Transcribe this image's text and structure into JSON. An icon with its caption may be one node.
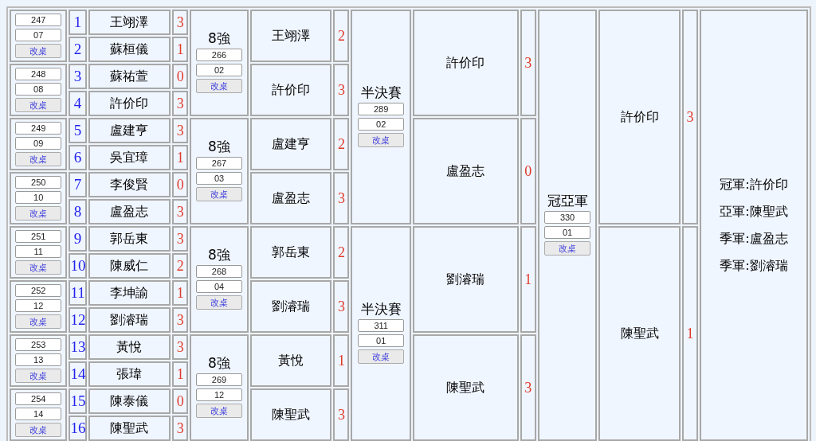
{
  "diagram": {
    "labels": [
      "247",
      "07",
      "改桌",
      "1",
      "王翊澤",
      "3",
      "8強",
      "266",
      "02",
      "改桌",
      "王翊澤",
      "2",
      "半決賽",
      "289",
      "02",
      "改桌",
      "許价印",
      "3",
      "冠亞軍",
      "330",
      "01",
      "改桌",
      "許价印",
      "3",
      "冠軍:許价印",
      "亞軍:陳聖武",
      "季軍:盧盈志",
      "季軍:劉濬瑞",
      "2",
      "蘇桓儀",
      "1",
      "248",
      "08",
      "改桌",
      "3",
      "蘇祐萱",
      "0",
      "許价印",
      "3",
      "4",
      "許价印",
      "3",
      "249",
      "09",
      "改桌",
      "5",
      "盧建亨",
      "3",
      "8強",
      "267",
      "03",
      "改桌",
      "盧建亨",
      "2",
      "盧盈志",
      "0",
      "6",
      "吳宜璋",
      "1",
      "250",
      "10",
      "改桌",
      "7",
      "李俊賢",
      "0",
      "盧盈志",
      "3",
      "8",
      "盧盈志",
      "3",
      "251",
      "11",
      "改桌",
      "9",
      "郭岳東",
      "3",
      "8強",
      "268",
      "04",
      "改桌",
      "郭岳東",
      "2",
      "半決賽",
      "311",
      "01",
      "改桌",
      "劉濬瑞",
      "1",
      "陳聖武",
      "1",
      "10",
      "陳威仁",
      "2",
      "252",
      "12",
      "改桌",
      "11",
      "李坤諭",
      "1",
      "劉濬瑞",
      "3",
      "12",
      "劉濬瑞",
      "3",
      "253",
      "13",
      "改桌",
      "13",
      "黃悅",
      "3",
      "8強",
      "269",
      "12",
      "改桌",
      "黃悅",
      "1",
      "陳聖武",
      "3",
      "14",
      "張瑋",
      "1",
      "254",
      "14",
      "改桌",
      "15",
      "陳泰儀",
      "0",
      "陳聖武",
      "3",
      "16",
      "陳聖武",
      "3"
    ]
  }
}
